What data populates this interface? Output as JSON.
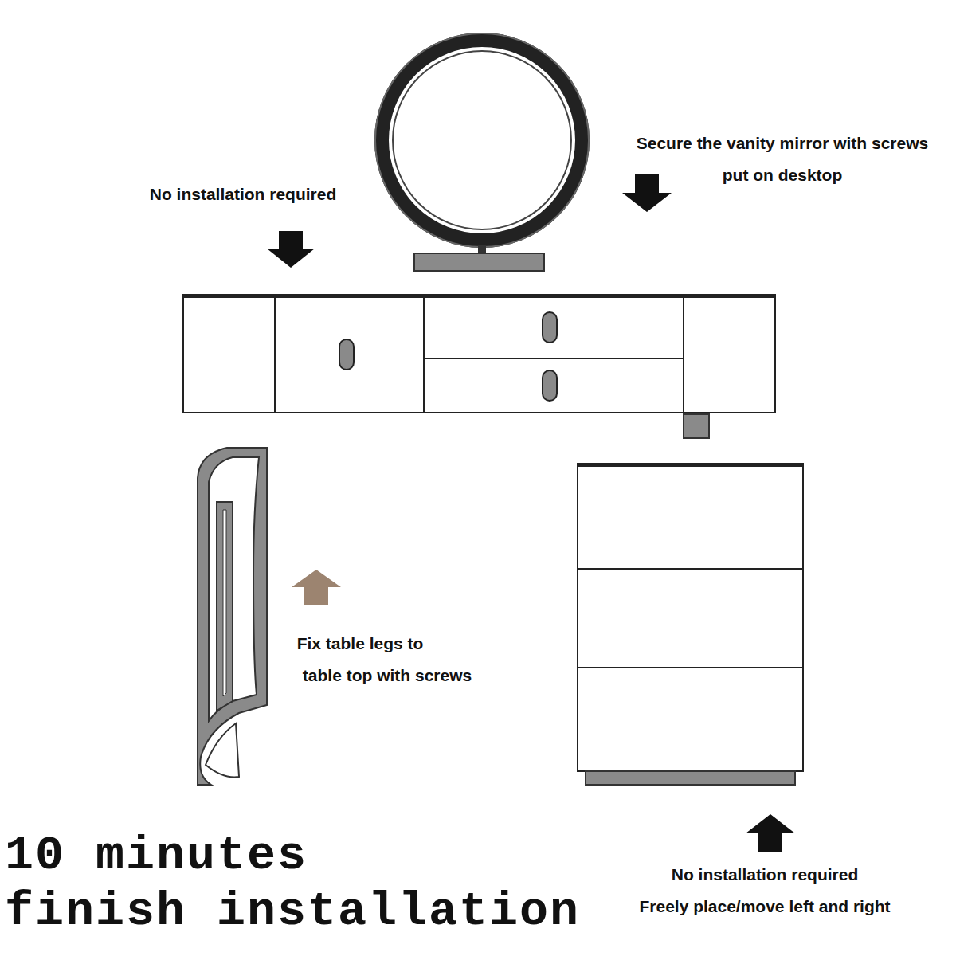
{
  "diagram": {
    "labels": [
      "No installation required",
      "Secure the vanity mirror with screws",
      "put on desktop",
      "Fix table legs to",
      "table top with screws",
      "10 minutes",
      "finish installation",
      "No installation required",
      "Freely place/move left and right"
    ]
  }
}
